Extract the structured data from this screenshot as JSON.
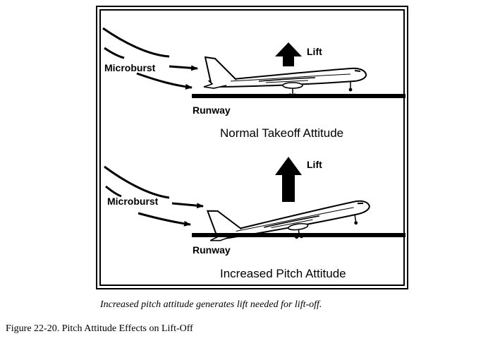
{
  "panels": [
    {
      "microburst_label": "Microburst",
      "lift_label": "Lift",
      "runway_label": "Runway",
      "title": "Normal Takeoff Attitude"
    },
    {
      "microburst_label": "Microburst",
      "lift_label": "Lift",
      "runway_label": "Runway",
      "title": "Increased Pitch Attitude"
    }
  ],
  "caption": "Increased pitch attitude generates lift needed for lift-off.",
  "figure_label": "Figure 22-20. Pitch Attitude Effects on Lift-Off",
  "colors": {
    "ink": "#000000",
    "paper": "#ffffff"
  },
  "icons": {
    "aircraft": "airliner-side-icon",
    "lift": "up-arrow-icon",
    "wind": "curved-arrow-icon"
  }
}
